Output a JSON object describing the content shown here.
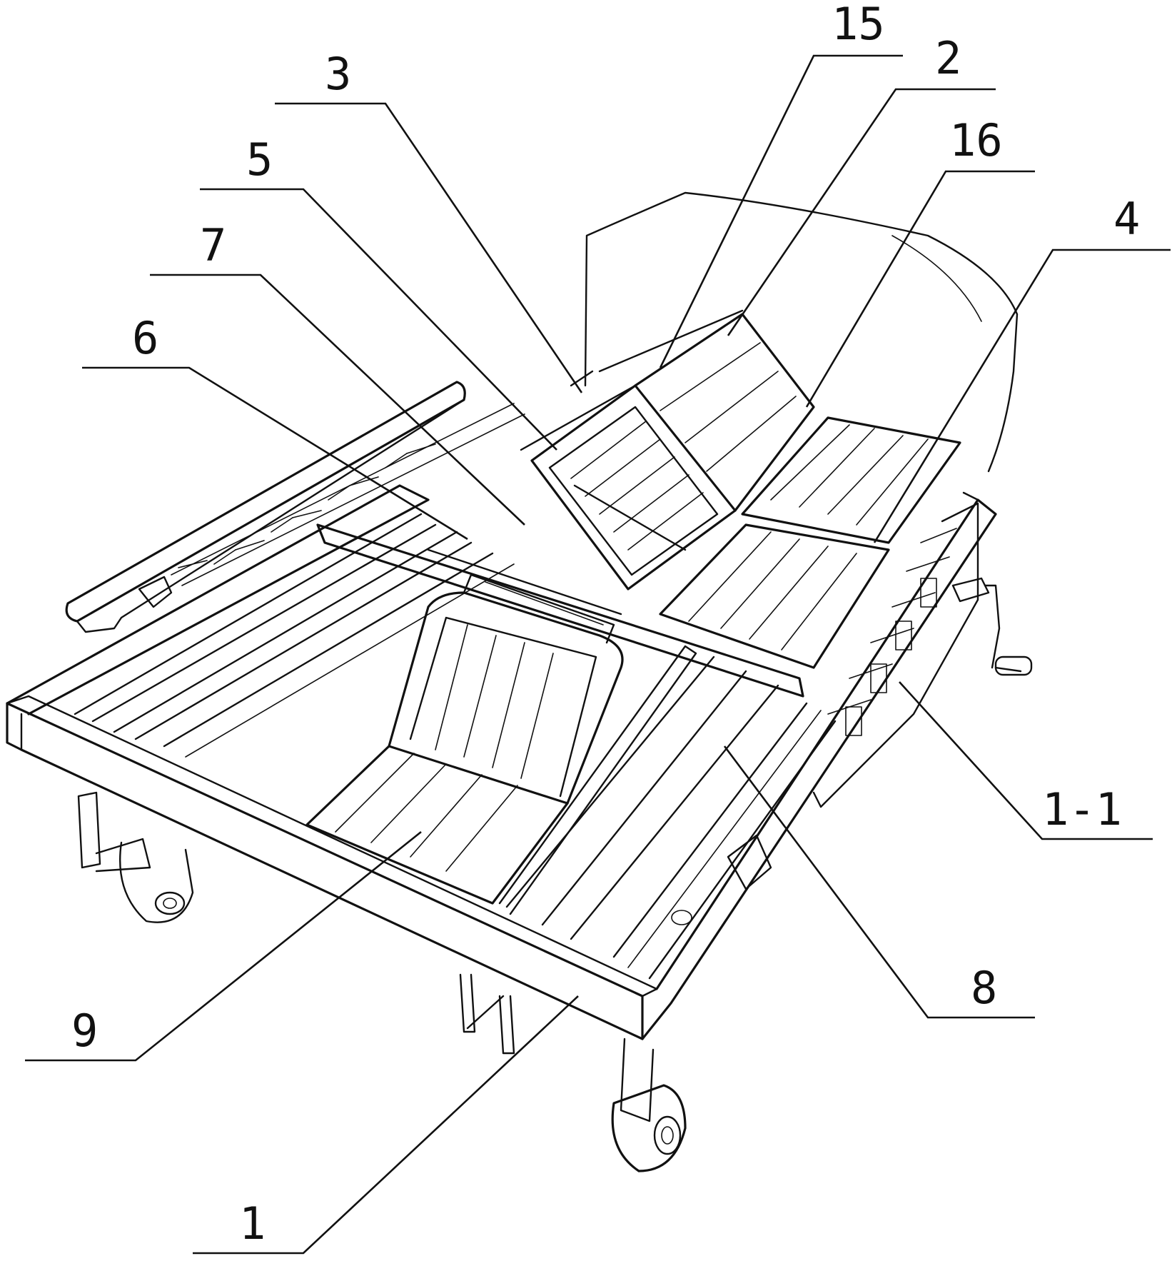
{
  "figure": {
    "type": "patent-line-drawing",
    "subject": "multi-function nursing bed frame, isometric view",
    "labels": [
      {
        "id": "label-15",
        "text": "15"
      },
      {
        "id": "label-2",
        "text": "2"
      },
      {
        "id": "label-3",
        "text": "3"
      },
      {
        "id": "label-16",
        "text": "16"
      },
      {
        "id": "label-5",
        "text": "5"
      },
      {
        "id": "label-4",
        "text": "4"
      },
      {
        "id": "label-7",
        "text": "7"
      },
      {
        "id": "label-6",
        "text": "6"
      },
      {
        "id": "label-1-1",
        "text": "1-1"
      },
      {
        "id": "label-8",
        "text": "8"
      },
      {
        "id": "label-9",
        "text": "9"
      },
      {
        "id": "label-1",
        "text": "1"
      }
    ]
  }
}
